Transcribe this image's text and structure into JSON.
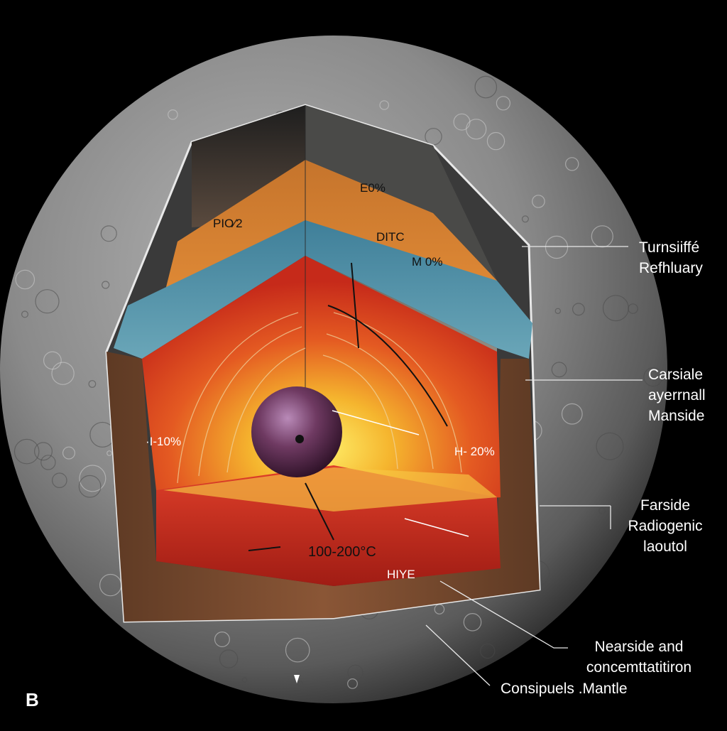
{
  "callouts": {
    "upper_right": [
      "Turnsiiffé",
      "Refhluary"
    ],
    "middle_right": [
      "Carsiale",
      "ayerrnall",
      "Manside"
    ],
    "lower_right": [
      "Farside",
      "Radiogenic",
      "laoutol"
    ],
    "bottom": [
      "Nearside and",
      "concemttatitiron"
    ],
    "bottom_left": [
      "Consipuels .Mantle"
    ]
  },
  "interior_labels": {
    "top_band": "E0%",
    "left_band": "PIO⁄2",
    "upper_mid": "DITC",
    "upper_right_pct": "M 0%",
    "left_pct": "·I-10%",
    "right_pct": "H- 20%",
    "temperature": "100-200°C",
    "base": "HIYE"
  },
  "figure_letter": "B",
  "colors": {
    "background": "#000000",
    "surface_gray": "#8c8c8c",
    "blue_layer": "#4f8fa6",
    "orange_layer": "#d46a2a",
    "red_layer": "#d8321c",
    "yellow_glow": "#f6d23a",
    "brown_crust": "#7a4a2e",
    "core_purple": "#5a2a4a"
  }
}
